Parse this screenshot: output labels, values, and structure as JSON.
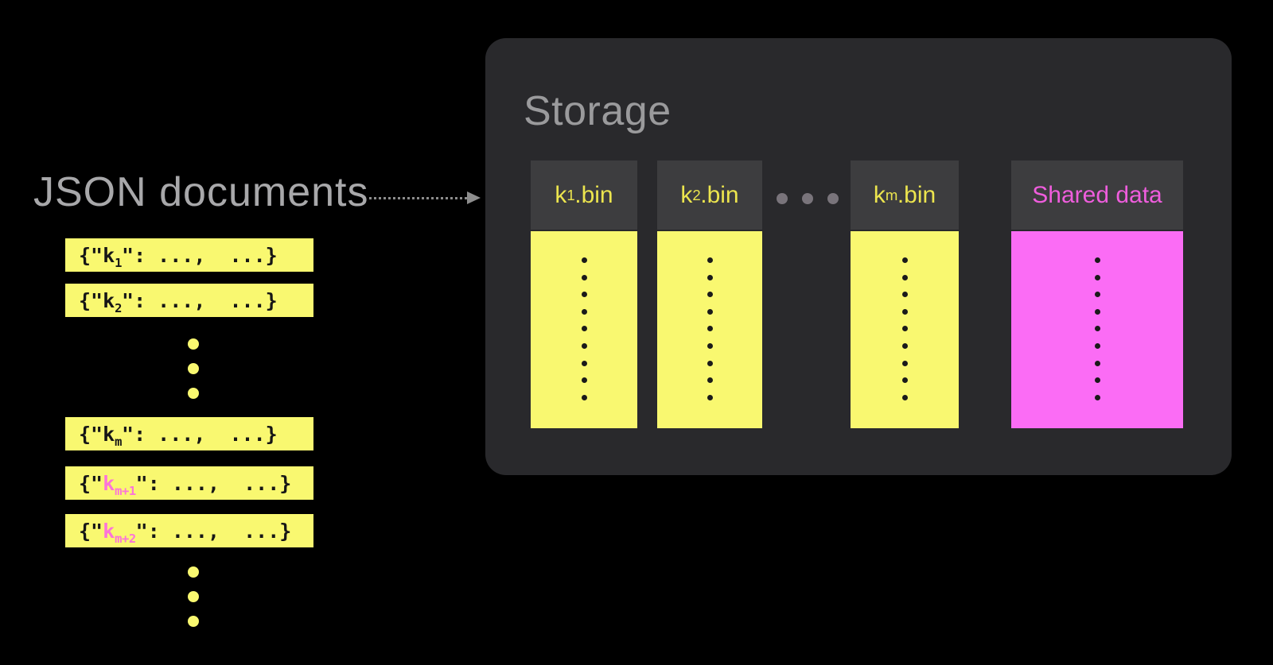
{
  "colors": {
    "background": "#000000",
    "panel": "#29292c",
    "column_header_bg": "#3d3d3f",
    "yellow": "#f9f870",
    "magenta": "#fb6cf5",
    "yellow_label": "#ece54e",
    "magenta_label": "#ef5ddd",
    "highlight_pink": "#fc74d8",
    "title_gray": "#a8a8aa",
    "storage_title_gray": "#9a9a9c",
    "arrow_gray": "#8d8d8d",
    "doc_text": "#161616"
  },
  "left": {
    "title": "JSON documents",
    "docs": {
      "rows": [
        {
          "pre": "{\"",
          "key": "k",
          "sub": "1",
          "post": "\": ...,  ...}",
          "pink": false
        },
        {
          "pre": "{\"",
          "key": "k",
          "sub": "2",
          "post": "\": ...,  ...}",
          "pink": false
        },
        {
          "pre": "{\"",
          "key": "k",
          "sub": "m",
          "post": "\": ...,  ...}",
          "pink": false
        },
        {
          "pre": "{\"",
          "key": "k",
          "sub": "m+1",
          "post": "\": ...,  ...}",
          "pink": true
        },
        {
          "pre": "{\"",
          "key": "k",
          "sub": "m+2",
          "post": "\": ...,  ...}",
          "pink": true
        }
      ],
      "ellipsis_dots": {
        "count": 3,
        "size": 14,
        "color": "#f9f870"
      }
    }
  },
  "storage": {
    "title": "Storage",
    "columns": [
      {
        "label_base": "k",
        "label_sub": "1",
        "label_ext": ".bin",
        "label_color": "#ece54e",
        "body_color": "#f9f870"
      },
      {
        "label_base": "k",
        "label_sub": "2",
        "label_ext": ".bin",
        "label_color": "#ece54e",
        "body_color": "#f9f870"
      },
      {
        "label_base": "k",
        "label_sub": "m",
        "label_ext": ".bin",
        "label_color": "#ece54e",
        "body_color": "#f9f870"
      },
      {
        "label_base": "Shared data",
        "label_sub": "",
        "label_ext": "",
        "label_color": "#ef5ddd",
        "body_color": "#fb6cf5"
      }
    ],
    "column_dots": {
      "count": 9,
      "size": 7,
      "color": "#1a1a1a"
    },
    "header_ellipsis_dots": {
      "count": 3,
      "size": 14,
      "color": "#79747b"
    }
  }
}
